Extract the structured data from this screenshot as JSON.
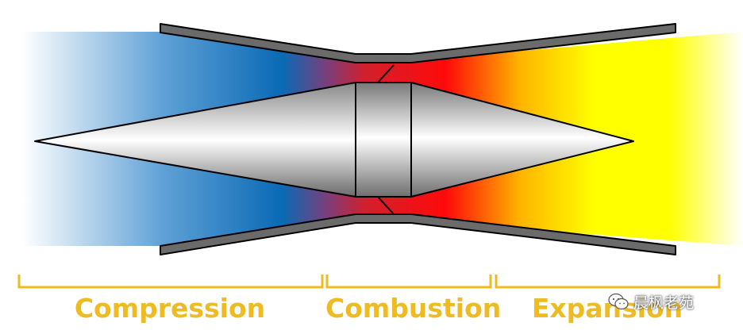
{
  "stages": [
    {
      "id": "compression",
      "label": "Compression"
    },
    {
      "id": "combustion",
      "label": "Combustion"
    },
    {
      "id": "expansion",
      "label": "Expansion"
    }
  ],
  "watermark": {
    "text": "晨枫老苑",
    "icon": "wechat-icon"
  },
  "colors": {
    "compression": "#0a6ab5",
    "combustion": "#ee0a1a",
    "expansion": "#ffff00",
    "bracket": "#efbb22",
    "casing": "#6b6b6b"
  }
}
